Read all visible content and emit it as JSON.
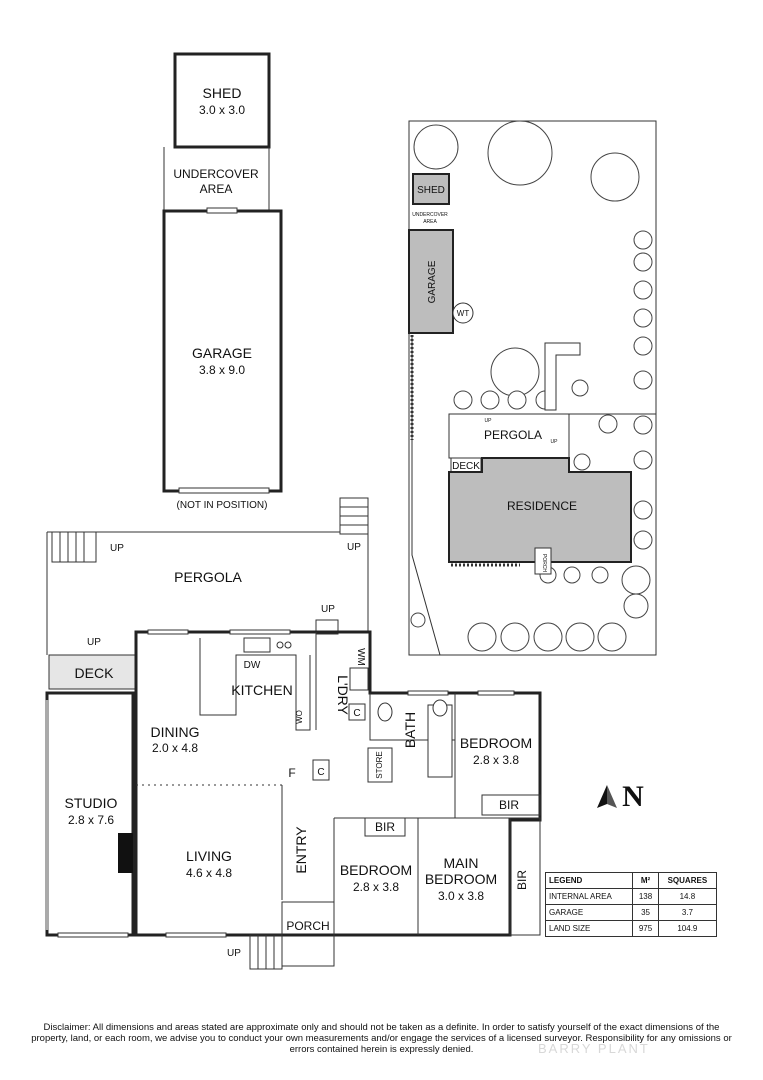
{
  "shed_detail": {
    "label": "SHED",
    "dims": "3.0 x 3.0"
  },
  "undercover": {
    "line1": "UNDERCOVER",
    "line2": "AREA"
  },
  "garage_detail": {
    "label": "GARAGE",
    "dims": "3.8 x 9.0",
    "note": "(NOT IN POSITION)"
  },
  "floor_plan": {
    "pergola": "PERGOLA",
    "deck": "DECK",
    "up": "UP",
    "kitchen": "KITCHEN",
    "dw": "DW",
    "wm": "WM",
    "wo": "WO",
    "c": "C",
    "f": "F",
    "laundry": "L'DRY",
    "bath": "BATH",
    "store": "STORE",
    "bir": "BIR",
    "entry": "ENTRY",
    "porch": "PORCH",
    "dining": {
      "label": "DINING",
      "dims": "2.0 x 4.8"
    },
    "studio": {
      "label": "STUDIO",
      "dims": "2.8 x 7.6"
    },
    "living": {
      "label": "LIVING",
      "dims": "4.6 x 4.8"
    },
    "bedroom_1": {
      "label": "BEDROOM",
      "dims": "2.8 x 3.8"
    },
    "bedroom_2": {
      "label": "BEDROOM",
      "dims": "2.8 x 3.8"
    },
    "main_bedroom": {
      "line1": "MAIN",
      "line2": "BEDROOM",
      "dims": "3.0 x 3.8"
    }
  },
  "site_plan": {
    "shed": "SHED",
    "undercover_line1": "UNDERCOVER",
    "undercover_line2": "AREA",
    "garage": "GARAGE",
    "wt": "WT",
    "pergola": "PERGOLA",
    "deck": "DECK",
    "residence": "RESIDENCE",
    "porch": "PORCH",
    "up": "UP"
  },
  "north_label": "N",
  "legend": {
    "headers": [
      "LEGEND",
      "M²",
      "SQUARES"
    ],
    "rows": [
      {
        "name": "INTERNAL AREA",
        "m2": "138",
        "squares": "14.8"
      },
      {
        "name": "GARAGE",
        "m2": "35",
        "squares": "3.7"
      },
      {
        "name": "LAND SIZE",
        "m2": "975",
        "squares": "104.9"
      }
    ]
  },
  "disclaimer": "Disclaimer: All dimensions and areas stated are approximate only and should not be taken as a definite. In order to satisfy yourself of the exact dimensions of the property, land, or each room, we advise you to conduct your own measurements and/or engage the services of a licensed surveyor. Responsibility for any omissions or errors contained herein is expressly denied.",
  "watermark": "BARRY PLANT"
}
